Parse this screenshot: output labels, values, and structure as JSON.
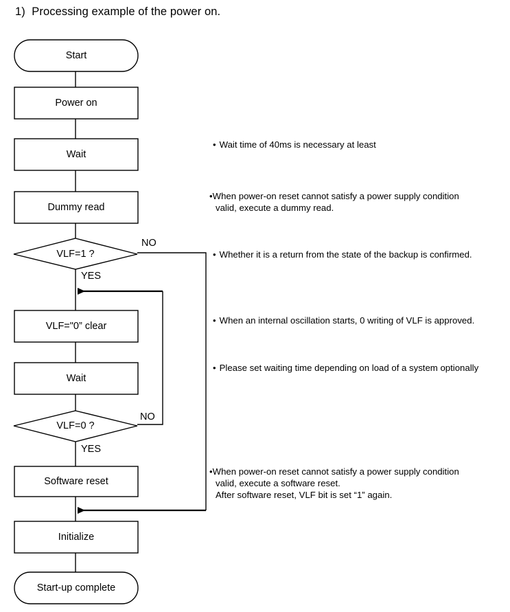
{
  "page": {
    "title": "1)  Processing example of the power on.",
    "background_color": "#ffffff",
    "stroke_color": "#000000",
    "text_color": "#000000"
  },
  "flowchart": {
    "nodes": [
      {
        "id": "start",
        "type": "terminator",
        "label": "Start"
      },
      {
        "id": "power-on",
        "type": "process",
        "label": "Power on"
      },
      {
        "id": "wait-1",
        "type": "process",
        "label": "Wait"
      },
      {
        "id": "dummy-read",
        "type": "process",
        "label": "Dummy read"
      },
      {
        "id": "vlf-eq-1",
        "type": "decision",
        "label": "VLF=1 ?"
      },
      {
        "id": "vlf-clear",
        "type": "process",
        "label": "VLF=\"0” clear"
      },
      {
        "id": "wait-2",
        "type": "process",
        "label": "Wait"
      },
      {
        "id": "vlf-eq-0",
        "type": "decision",
        "label": "VLF=0 ?"
      },
      {
        "id": "software-reset",
        "type": "process",
        "label": "Software reset"
      },
      {
        "id": "initialize",
        "type": "process",
        "label": "Initialize"
      },
      {
        "id": "startup-done",
        "type": "terminator",
        "label": "Start-up complete"
      }
    ],
    "branch_labels": {
      "vlf1_no": "NO",
      "vlf1_yes": "YES",
      "vlf0_no": "NO",
      "vlf0_yes": "YES"
    }
  },
  "annotations": [
    {
      "id": "note-wait-1",
      "bullet": "•",
      "style": "spaced",
      "lines": [
        "Wait time of 40ms is necessary at least"
      ]
    },
    {
      "id": "note-dummy-read",
      "bullet": "•",
      "style": "tight",
      "lines": [
        "When power-on reset cannot satisfy a power supply condition",
        "valid, execute a dummy read."
      ]
    },
    {
      "id": "note-vlf-eq-1",
      "bullet": "•",
      "style": "spaced",
      "lines": [
        "Whether it is a return from the state of the backup is confirmed."
      ]
    },
    {
      "id": "note-vlf-clear",
      "bullet": "•",
      "style": "spaced",
      "lines": [
        "When an internal oscillation starts, 0 writing of VLF is approved."
      ]
    },
    {
      "id": "note-wait-2",
      "bullet": "•",
      "style": "spaced",
      "lines": [
        "Please set waiting time depending on load of a system optionally"
      ]
    },
    {
      "id": "note-software-reset",
      "bullet": "•",
      "style": "tight",
      "lines": [
        "When power-on reset cannot satisfy a power supply condition",
        "valid, execute a software reset.",
        "After software reset, VLF bit is set “1” again."
      ]
    }
  ]
}
